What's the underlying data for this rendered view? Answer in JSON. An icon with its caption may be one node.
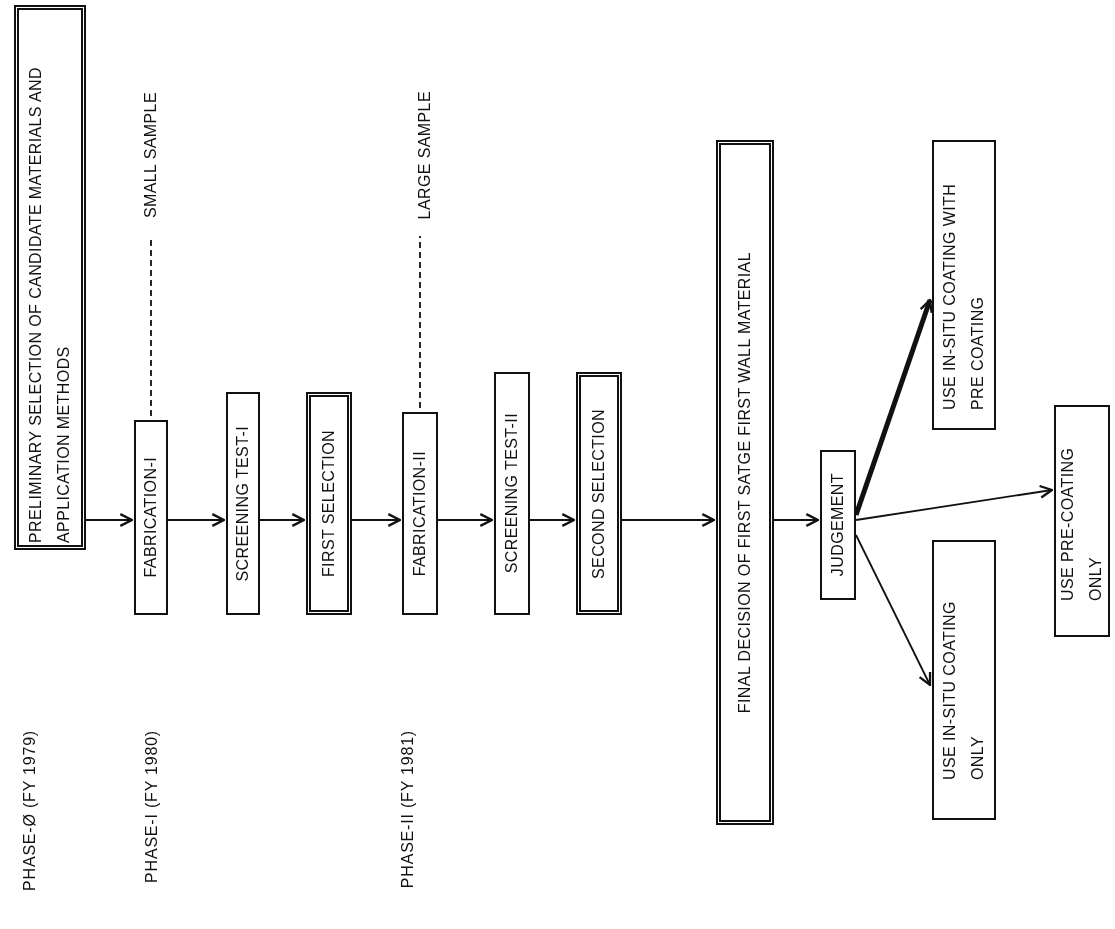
{
  "diagram": {
    "nodes": [
      {
        "text": [
          "PRELIMINARY SELECTION OF CANDIDATE MATERIALS AND APPLICATION METHODS"
        ]
      },
      {
        "text": [
          "FABRICATION-I"
        ]
      },
      {
        "text": [
          "SCREENING TEST-I"
        ]
      },
      {
        "text": [
          "FIRST SELECTION"
        ]
      },
      {
        "text": [
          "FABRICATION-II"
        ]
      },
      {
        "text": [
          "SCREENING TEST-II"
        ]
      },
      {
        "text": [
          "SECOND SELECTION"
        ]
      },
      {
        "text": [
          "FINAL DECISION OF FIRST SATGE FIRST WALL MATERIAL"
        ]
      },
      {
        "text": [
          "JUDGEMENT"
        ]
      },
      {
        "text": [
          "USE IN-SITU COATING WITH PRE COATING"
        ]
      },
      {
        "text": [
          "USE PRE-COATING ONLY"
        ]
      },
      {
        "text": [
          "USE IN-SITU COATING ONLY"
        ]
      },
      {
        "text": [
          "SMALL SAMPLE"
        ]
      },
      {
        "text": [
          "LARGE SAMPLE"
        ]
      }
    ],
    "edges": [
      {
        "from": 0,
        "to": 1,
        "arrow": "to"
      },
      {
        "from": 1,
        "to": 2,
        "arrow": "to"
      },
      {
        "from": 2,
        "to": 3,
        "arrow": "to"
      },
      {
        "from": 3,
        "to": 4,
        "arrow": "to"
      },
      {
        "from": 4,
        "to": 5,
        "arrow": "to"
      },
      {
        "from": 5,
        "to": 6,
        "arrow": "to"
      },
      {
        "from": 6,
        "to": 7,
        "arrow": "to"
      },
      {
        "from": 7,
        "to": 8,
        "arrow": "to"
      },
      {
        "from": 8,
        "to": 9,
        "arrow": "to",
        "style": "thick"
      },
      {
        "from": 8,
        "to": 10,
        "arrow": "to"
      },
      {
        "from": 8,
        "to": 11,
        "arrow": "to"
      },
      {
        "from": 1,
        "to": 12,
        "arrow": "none",
        "style": "dashed"
      },
      {
        "from": 4,
        "to": 13,
        "arrow": "none",
        "style": "dashed"
      }
    ],
    "labels": [
      "PHASE-Ø (FY 1979)",
      "PHASE-I (FY 1980)",
      "PHASE-II (FY 1981)"
    ]
  }
}
